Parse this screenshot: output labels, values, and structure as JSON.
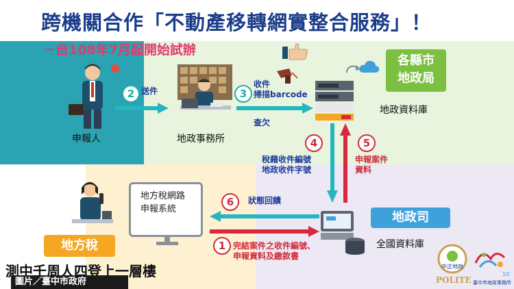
{
  "title": "跨機關合作「不動產移轉網實整合服務」！",
  "subtitle": "－自108年7月起開始試辦",
  "nodes": {
    "applicant": "申報人",
    "land_office": "地政事務所",
    "land_db": "地政資料庫",
    "county_bureau": "各縣市\n地政局",
    "national_db": "全國資料庫",
    "land_dept": "地政司",
    "local_tax": "地方稅",
    "tax_system": "地方稅網路\n申報系統"
  },
  "steps": [
    {
      "num": "2",
      "text": "送件"
    },
    {
      "num": "3",
      "text": "收件\n掃描barcode"
    },
    {
      "num": "",
      "text": "查欠"
    },
    {
      "num": "4",
      "text": "稅藉收件編號\n地政收件字號"
    },
    {
      "num": "5",
      "text": "申報案件\n資料"
    },
    {
      "num": "6",
      "text": "狀態回饋"
    },
    {
      "num": "1",
      "text": "完結案件之收件編號、\n申報資料及繳款書"
    }
  ],
  "logos": {
    "badge_text": "中正地政",
    "polite_text": "POLITE",
    "office_text": "臺中市地政事務所",
    "ten": "10"
  },
  "bottom_caption": "測中千周人四登上一層樓",
  "photo_credit": "圖片／臺中市政府",
  "colors": {
    "teal": "#2aa3b3",
    "green_zone": "#e6f3dd",
    "yellow_zone": "#fcf0cf",
    "lavender_zone": "#e9e6f3",
    "arrow_teal": "#25b6c0",
    "arrow_red": "#d8283d",
    "title_blue": "#1a3c8a",
    "subtitle_pink": "#e23a6e",
    "tag_green": "#7cc041",
    "tag_blue": "#3fa1dc",
    "tag_orange": "#f5a623"
  }
}
